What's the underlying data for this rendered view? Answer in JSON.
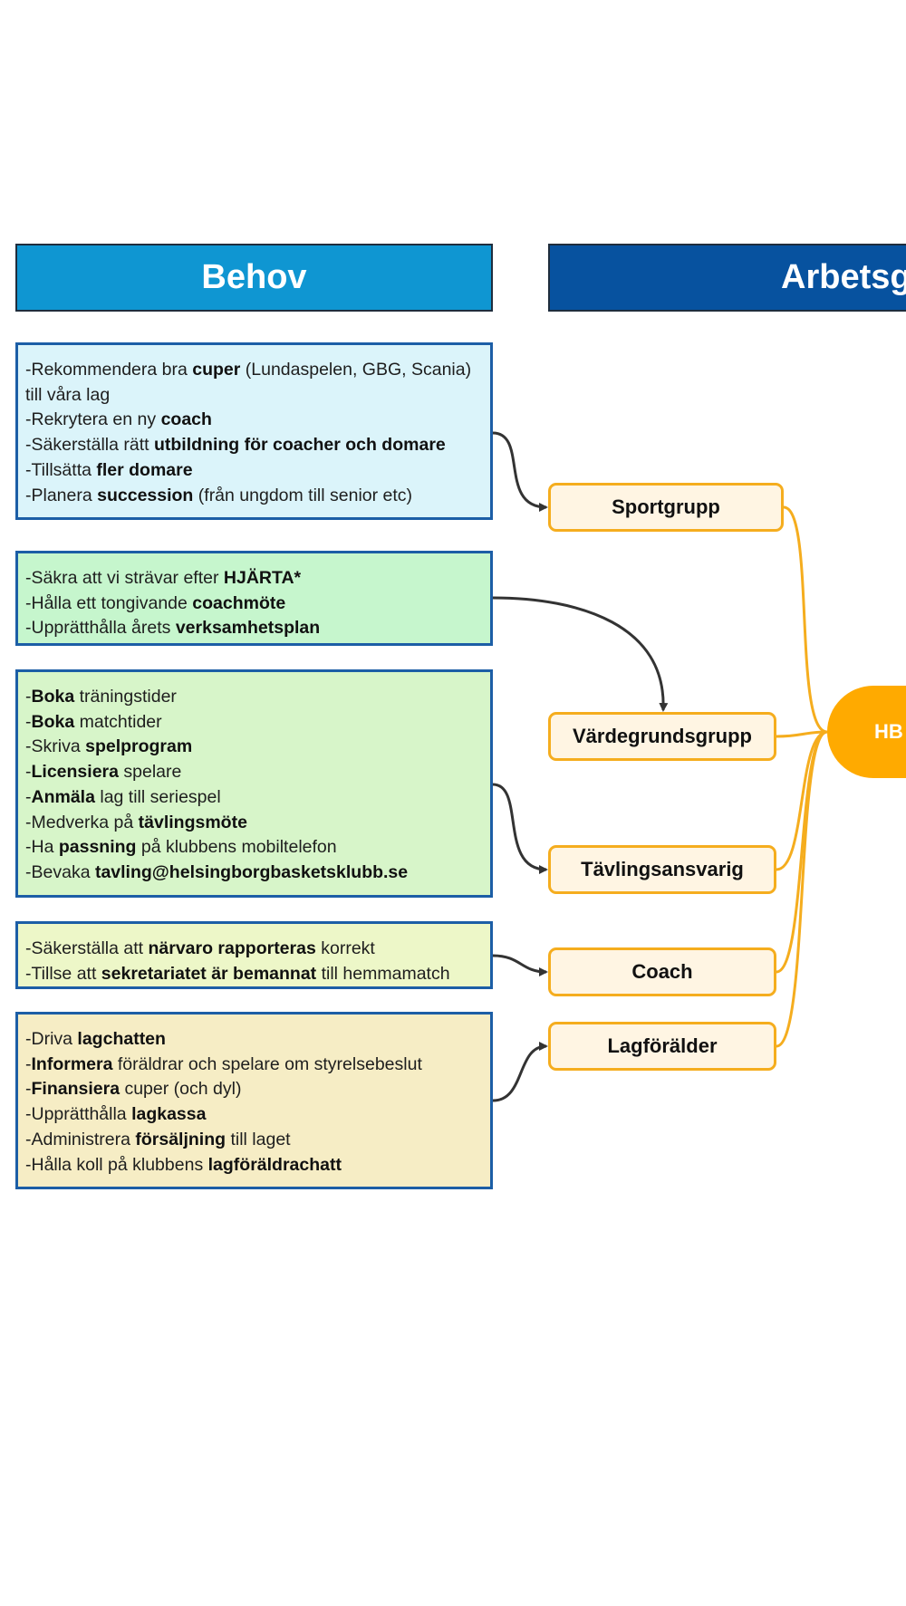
{
  "headers": {
    "behov": "Behov",
    "arbetsgrupper": "Arbetsg"
  },
  "boxes": [
    {
      "lines": [
        [
          {
            "t": "-Rekommendera bra "
          },
          {
            "t": "cuper",
            "b": true
          },
          {
            "t": " (Lundaspelen, GBG, Scania)"
          }
        ],
        [
          {
            "t": "till våra lag"
          }
        ],
        [
          {
            "t": "-Rekrytera en ny "
          },
          {
            "t": "coach",
            "b": true
          }
        ],
        [
          {
            "t": "-Säkerställa rätt "
          },
          {
            "t": "utbildning för coacher och domare",
            "b": true
          }
        ],
        [
          {
            "t": "-Tillsätta "
          },
          {
            "t": "fler domare",
            "b": true
          }
        ],
        [
          {
            "t": "-Planera "
          },
          {
            "t": "succession",
            "b": true
          },
          {
            "t": " (från ungdom till senior etc)"
          }
        ]
      ]
    },
    {
      "lines": [
        [
          {
            "t": "-Säkra att vi strävar efter "
          },
          {
            "t": "HJÄRTA*",
            "b": true
          }
        ],
        [
          {
            "t": "-Hålla ett tongivande "
          },
          {
            "t": "coachmöte",
            "b": true
          }
        ],
        [
          {
            "t": "-Upprätthålla årets "
          },
          {
            "t": "verksamhetsplan",
            "b": true
          }
        ]
      ]
    },
    {
      "lines": [
        [
          {
            "t": "-"
          },
          {
            "t": "Boka",
            "b": true
          },
          {
            "t": " träningstider"
          }
        ],
        [
          {
            "t": "-"
          },
          {
            "t": "Boka",
            "b": true
          },
          {
            "t": " matchtider"
          }
        ],
        [
          {
            "t": "-Skriva "
          },
          {
            "t": "spelprogram",
            "b": true
          }
        ],
        [
          {
            "t": "-"
          },
          {
            "t": "Licensiera",
            "b": true
          },
          {
            "t": " spelare"
          }
        ],
        [
          {
            "t": "-"
          },
          {
            "t": "Anmäla",
            "b": true
          },
          {
            "t": " lag till seriespel"
          }
        ],
        [
          {
            "t": "-Medverka på "
          },
          {
            "t": "tävlingsmöte",
            "b": true
          }
        ],
        [
          {
            "t": "-Ha "
          },
          {
            "t": "passning",
            "b": true
          },
          {
            "t": " på klubbens mobiltelefon"
          }
        ],
        [
          {
            "t": "-Bevaka "
          },
          {
            "t": "tavling@helsingborgbasketsklubb.se",
            "b": true
          }
        ]
      ]
    },
    {
      "lines": [
        [
          {
            "t": "-Säkerställa att "
          },
          {
            "t": "närvaro rapporteras",
            "b": true
          },
          {
            "t": " korrekt"
          }
        ],
        [
          {
            "t": "-Tillse att "
          },
          {
            "t": "sekretariatet är bemannat",
            "b": true
          },
          {
            "t": " till hemmamatch"
          }
        ]
      ]
    },
    {
      "lines": [
        [
          {
            "t": "-Driva "
          },
          {
            "t": "lagchatten",
            "b": true
          }
        ],
        [
          {
            "t": "-"
          },
          {
            "t": "Informera",
            "b": true
          },
          {
            "t": " föräldrar och spelare om styrelsebeslut"
          }
        ],
        [
          {
            "t": "-"
          },
          {
            "t": "Finansiera",
            "b": true
          },
          {
            "t": " cuper (och dyl)"
          }
        ],
        [
          {
            "t": "-Upprätthålla "
          },
          {
            "t": "lagkassa",
            "b": true
          }
        ],
        [
          {
            "t": "-Administrera "
          },
          {
            "t": "försäljning",
            "b": true
          },
          {
            "t": " till laget"
          }
        ],
        [
          {
            "t": "-Hålla koll på klubbens "
          },
          {
            "t": "lagföräldrachatt",
            "b": true
          }
        ]
      ]
    }
  ],
  "roles": [
    "Sportgrupp",
    "Värdegrundsgrupp",
    "Tävlingsansvarig",
    "Coach",
    "Lagförälder"
  ],
  "hub": {
    "label": "HB"
  },
  "colors": {
    "behov_header": "#0f96d2",
    "arbetsgrupper_header": "#07529f",
    "box_border": "#1c5ea6",
    "role_border": "#f5ad1e",
    "role_fill": "#fff5e3",
    "hub_fill": "#ffaa00",
    "connector_dark": "#333333",
    "connector_orange": "#f5ad1e"
  }
}
